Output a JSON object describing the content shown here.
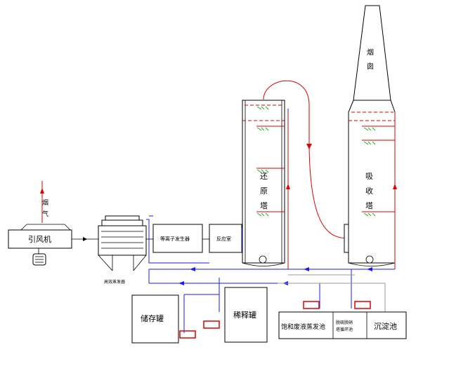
{
  "labels": {
    "flue_gas": "烟气",
    "fan": "引风机",
    "heat_exchanger": "高效蒸发器",
    "ionizer": "等离子发生器",
    "reactor": "反应室",
    "reduction_tower": "还原塔",
    "absorption_tower": "吸收塔",
    "chimney": "烟囱",
    "storage_tank": "储存罐",
    "dilution_tank": "稀释罐",
    "saturated_evap_pool": "饱和废液蒸发池",
    "dosing_pool": "脱硫脱硝塔循环池",
    "sediment_pool": "沉淀池"
  },
  "colors": {
    "gas_line": "#e00000",
    "liquid_line": "#1a1aff",
    "drain_line": "#999999",
    "spray": "#22aa22",
    "pump": "#e00000"
  }
}
